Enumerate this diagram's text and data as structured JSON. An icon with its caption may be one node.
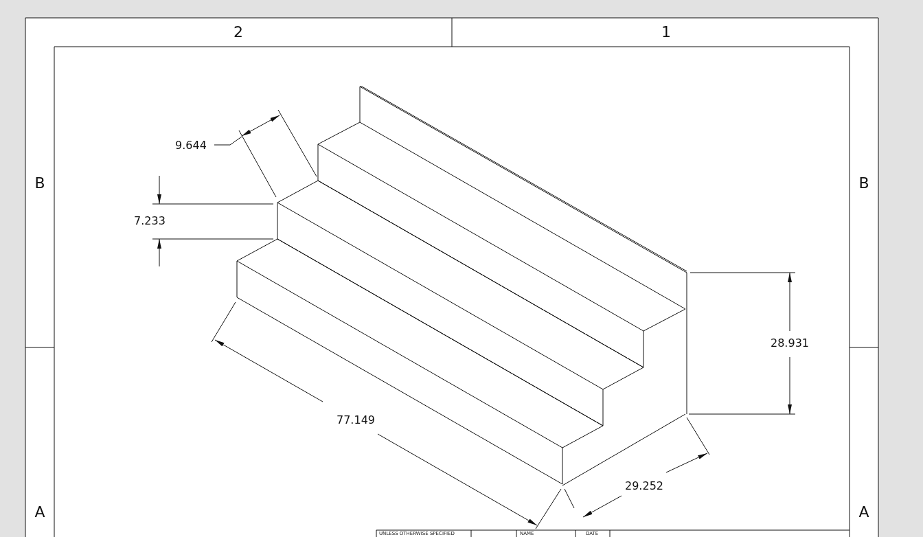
{
  "diagram": {
    "labels": [
      "2",
      "1",
      "B",
      "B",
      "9.644",
      "7.233",
      "28.931",
      "77.149",
      "29.252",
      "A",
      "A",
      "UNLESS OTHERWISE SPECIFIED",
      "NAME",
      "DATE"
    ]
  }
}
